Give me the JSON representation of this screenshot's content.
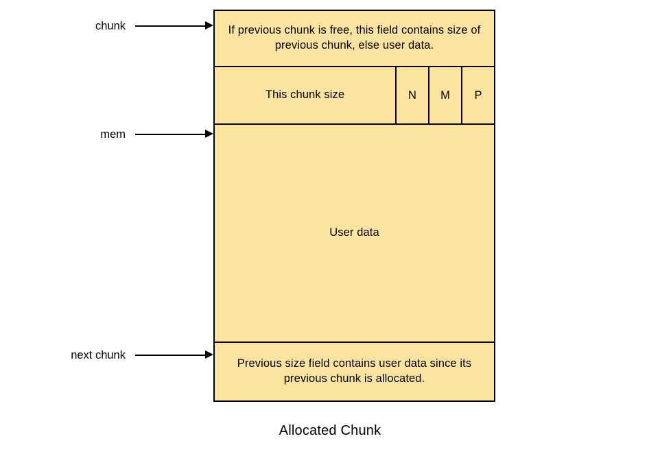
{
  "diagram": {
    "caption": "Allocated Chunk",
    "colors": {
      "fill": "#FCE3A0",
      "stroke": "#000000",
      "background": "#FFFFFF",
      "text": "#000000"
    },
    "box": {
      "rows": [
        {
          "name": "prev-size-field",
          "text": "If previous chunk is free, this field contains size of previous chunk, else user data."
        },
        {
          "name": "chunk-size-field",
          "text": "This chunk size",
          "flags": [
            {
              "name": "flag-n",
              "label": "N"
            },
            {
              "name": "flag-m",
              "label": "M"
            },
            {
              "name": "flag-p",
              "label": "P"
            }
          ]
        },
        {
          "name": "user-data-field",
          "text": "User data"
        },
        {
          "name": "next-prev-size-field",
          "text": "Previous size field contains user data since its previous chunk is allocated."
        }
      ]
    },
    "pointers": [
      {
        "name": "pointer-chunk",
        "label": "chunk"
      },
      {
        "name": "pointer-mem",
        "label": "mem"
      },
      {
        "name": "pointer-next-chunk",
        "label": "next chunk"
      }
    ]
  }
}
